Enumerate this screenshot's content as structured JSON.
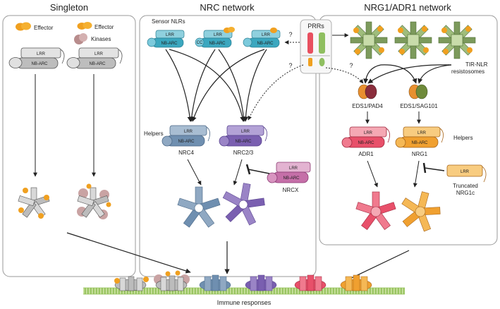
{
  "panels": {
    "singleton": "Singleton",
    "nrc": "NRC network",
    "nrg1": "NRG1/ADR1 network"
  },
  "labels": {
    "effector_1": "Effector",
    "effector_2": "Effector",
    "kinases": "Kinases",
    "lrr": "LRR",
    "nbarc": "NB-ARC",
    "cc": "CC",
    "sensor_nlrs": "Sensor NLRs",
    "prrs": "PRRs",
    "question": "?",
    "helpers_nrc": "Helpers",
    "helpers_nrg": "Helpers",
    "nrc4": "NRC4",
    "nrc23": "NRC2/3",
    "nrcx": "NRCX",
    "tir_nlr_line1": "TIR-NLR",
    "tir_nlr_line2": "resistosomes",
    "eds1_pad4": "EDS1/PAD4",
    "eds1_sag101": "EDS1/SAG101",
    "adr1": "ADR1",
    "nrg1": "NRG1",
    "truncated_line1": "Truncated",
    "truncated_line2": "NRG1c",
    "immune": "Immune responses"
  },
  "colors": {
    "effector": "#f0a020",
    "kinase": "#c9a3a3",
    "singleton_nlr": "#9a9a9a",
    "sensor": "#3ba7bf",
    "nrc4": "#6f8fb0",
    "nrc23": "#7a5fb0",
    "nrcx": "#c56fa8",
    "adr1": "#e8506a",
    "nrg1": "#f0a030",
    "tir": "#7c9a5c",
    "membrane": "#b8d88a"
  }
}
